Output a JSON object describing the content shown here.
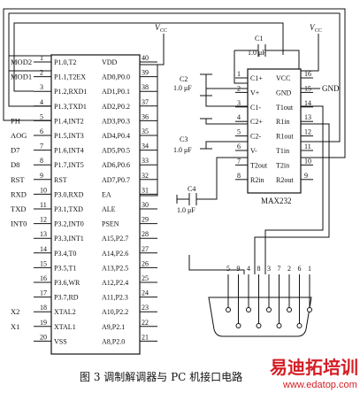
{
  "vcc_label": "V",
  "vcc_sub": "CC",
  "mcu": {
    "left_pins": [
      {
        "num": "1",
        "name": "P1.0,T2",
        "ext": "MOD2"
      },
      {
        "num": "2",
        "name": "P1.1,T2EX",
        "ext": "MOD1"
      },
      {
        "num": "3",
        "name": "P1.2,RXD1",
        "ext": ""
      },
      {
        "num": "4",
        "name": "P1.3,TXD1",
        "ext": ""
      },
      {
        "num": "5",
        "name": "P1.4,INT2",
        "ext": "PH"
      },
      {
        "num": "6",
        "name": "P1.5,INT3",
        "ext": "AOG"
      },
      {
        "num": "7",
        "name": "P1.6,INT4",
        "ext": "D7"
      },
      {
        "num": "8",
        "name": "P1.7,INT5",
        "ext": "D8"
      },
      {
        "num": "9",
        "name": "RST",
        "ext": "RST"
      },
      {
        "num": "10",
        "name": "P3.0,RXD",
        "ext": "RXD"
      },
      {
        "num": "11",
        "name": "P3.1,TXD",
        "ext": "TXD"
      },
      {
        "num": "12",
        "name": "P3.2,INT0",
        "ext": "INT0"
      },
      {
        "num": "13",
        "name": "P3.3,INT1",
        "ext": ""
      },
      {
        "num": "14",
        "name": "P3.4,T0",
        "ext": ""
      },
      {
        "num": "15",
        "name": "P3.5,T1",
        "ext": ""
      },
      {
        "num": "16",
        "name": "P3.6,WR",
        "ext": ""
      },
      {
        "num": "17",
        "name": "P3.7,RD",
        "ext": ""
      },
      {
        "num": "18",
        "name": "XTAL2",
        "ext": "X2"
      },
      {
        "num": "19",
        "name": "XTAL1",
        "ext": "X1"
      },
      {
        "num": "20",
        "name": "VSS",
        "ext": ""
      }
    ],
    "right_pins": [
      {
        "num": "40",
        "name": "VDD"
      },
      {
        "num": "39",
        "name": "AD0,P0.0"
      },
      {
        "num": "38",
        "name": "AD1,P0.1"
      },
      {
        "num": "37",
        "name": "AD2,P0.2"
      },
      {
        "num": "36",
        "name": "AD3,P0.3"
      },
      {
        "num": "35",
        "name": "AD4,P0.4"
      },
      {
        "num": "34",
        "name": "AD5,P0.5"
      },
      {
        "num": "33",
        "name": "AD6,P0.6"
      },
      {
        "num": "32",
        "name": "AD7,P0.7"
      },
      {
        "num": "31",
        "name": "EA"
      },
      {
        "num": "30",
        "name": "ALE"
      },
      {
        "num": "29",
        "name": "PSEN"
      },
      {
        "num": "28",
        "name": "A15,P2.7"
      },
      {
        "num": "27",
        "name": "A14,P2.6"
      },
      {
        "num": "26",
        "name": "A13,P2.5"
      },
      {
        "num": "25",
        "name": "A12,P2.4"
      },
      {
        "num": "24",
        "name": "A11,P2.3"
      },
      {
        "num": "23",
        "name": "A10,P2.2"
      },
      {
        "num": "22",
        "name": "A9,P2.1"
      },
      {
        "num": "21",
        "name": "A8,P2.0"
      }
    ]
  },
  "max232": {
    "name": "MAX232",
    "left_pins": [
      {
        "num": "1",
        "name": "C1+"
      },
      {
        "num": "2",
        "name": "V+"
      },
      {
        "num": "3",
        "name": "C1-"
      },
      {
        "num": "4",
        "name": "C2+"
      },
      {
        "num": "5",
        "name": "C2-"
      },
      {
        "num": "6",
        "name": "V-"
      },
      {
        "num": "7",
        "name": "T2out"
      },
      {
        "num": "8",
        "name": "R2in"
      }
    ],
    "right_pins": [
      {
        "num": "16",
        "name": "VCC"
      },
      {
        "num": "15",
        "name": "GND"
      },
      {
        "num": "14",
        "name": "T1out"
      },
      {
        "num": "13",
        "name": "R1in"
      },
      {
        "num": "12",
        "name": "R1out"
      },
      {
        "num": "11",
        "name": "T1in"
      },
      {
        "num": "10",
        "name": "T2in"
      },
      {
        "num": "9",
        "name": "R2out"
      }
    ],
    "gnd_label": "GND"
  },
  "capacitors": [
    {
      "id": "C1",
      "label": "C1",
      "value": "1.0 μF"
    },
    {
      "id": "C2",
      "label": "C2",
      "value": "1.0 μF"
    },
    {
      "id": "C3",
      "label": "C3",
      "value": "1.0 μF"
    },
    {
      "id": "C4",
      "label": "C4",
      "value": "1.0 μF"
    }
  ],
  "db9_pins": [
    "5",
    "9",
    "4",
    "8",
    "3",
    "7",
    "2",
    "6",
    "1"
  ],
  "caption": "图 3   调制解调器与 PC 机接口电路",
  "watermark": {
    "brand": "易迪拓培训",
    "url": "www.edatop.com"
  }
}
